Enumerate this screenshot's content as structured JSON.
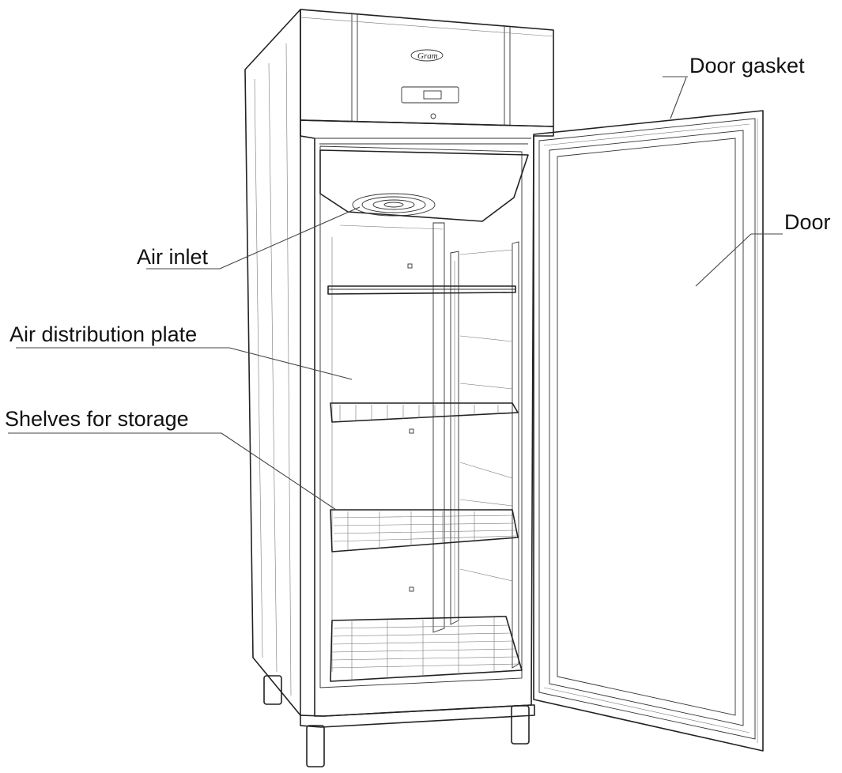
{
  "labels": {
    "door_gasket": "Door gasket",
    "door": "Door",
    "air_inlet": "Air inlet",
    "air_distribution_plate": "Air distribution plate",
    "shelves_for_storage": "Shelves for storage"
  },
  "brand_logo_text": "Gram",
  "colors": {
    "line": "#222222",
    "background": "#ffffff",
    "text": "#111111"
  }
}
